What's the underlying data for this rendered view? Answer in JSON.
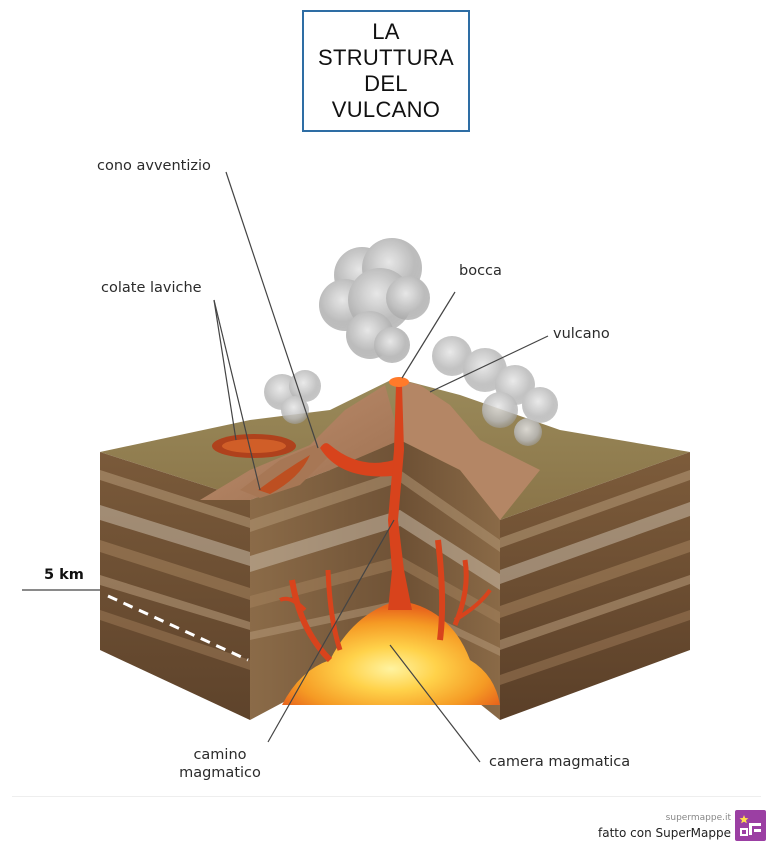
{
  "title": {
    "lines": [
      "LA",
      "STRUTTURA",
      "DEL",
      "VULCANO"
    ]
  },
  "labels": {
    "cono_avventizio": "cono avventizio",
    "colate_laviche": "colate laviche",
    "bocca": "bocca",
    "vulcano": "vulcano",
    "depth": "5 km",
    "camino_line1": "camino",
    "camino_line2": "magmatico",
    "camera_magmatica": "camera magmatica"
  },
  "footer": {
    "site": "supermappe.it",
    "credit": "fatto con SuperMappe"
  },
  "colors": {
    "title_border": "#2e6da4",
    "lava": "#d8431c",
    "magma_core": "#ffd24a",
    "logo": "#9b3fa3"
  }
}
